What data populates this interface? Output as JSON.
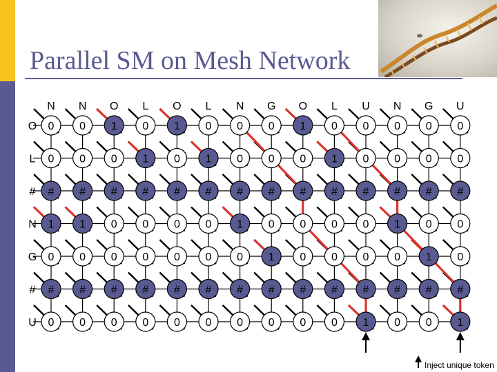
{
  "slide": {
    "title": "Parallel SM on Mesh Network",
    "caption": "Inject unique token",
    "colors": {
      "accent_bar": "#5a5a92",
      "accent_top": "#f7c51e",
      "title": "#5a5a92",
      "node_fill": "#ffffff",
      "separator_node_fill": "#5a5a92",
      "path_highlight": "#d9332b",
      "edge": "#000000"
    }
  },
  "mesh": {
    "column_labels": [
      "N",
      "N",
      "O",
      "L",
      "O",
      "L",
      "N",
      "G",
      "O",
      "L",
      "U",
      "N",
      "G",
      "U"
    ],
    "row_labels": [
      "O",
      "L",
      "#",
      "N",
      "G",
      "#",
      "U"
    ],
    "cells": [
      [
        "0",
        "0",
        "1",
        "0",
        "1",
        "0",
        "0",
        "0",
        "1",
        "0",
        "0",
        "0",
        "0",
        "0"
      ],
      [
        "0",
        "0",
        "0",
        "1",
        "0",
        "1",
        "0",
        "0",
        "0",
        "1",
        "0",
        "0",
        "0",
        "0"
      ],
      [
        "#",
        "#",
        "#",
        "#",
        "#",
        "#",
        "#",
        "#",
        "#",
        "#",
        "#",
        "#",
        "#",
        "#"
      ],
      [
        "1",
        "1",
        "0",
        "0",
        "0",
        "0",
        "1",
        "0",
        "0",
        "0",
        "0",
        "1",
        "0",
        "0"
      ],
      [
        "0",
        "0",
        "0",
        "0",
        "0",
        "0",
        "0",
        "1",
        "0",
        "0",
        "0",
        "0",
        "1",
        "0"
      ],
      [
        "#",
        "#",
        "#",
        "#",
        "#",
        "#",
        "#",
        "#",
        "#",
        "#",
        "#",
        "#",
        "#",
        "#"
      ],
      [
        "0",
        "0",
        "0",
        "0",
        "0",
        "0",
        "0",
        "0",
        "0",
        "0",
        "1",
        "0",
        "0",
        "1"
      ]
    ],
    "shaded_cells": [
      [
        0,
        2
      ],
      [
        0,
        4
      ],
      [
        0,
        8
      ],
      [
        1,
        3
      ],
      [
        1,
        5
      ],
      [
        1,
        9
      ],
      [
        2,
        0
      ],
      [
        2,
        1
      ],
      [
        2,
        2
      ],
      [
        2,
        3
      ],
      [
        2,
        4
      ],
      [
        2,
        5
      ],
      [
        2,
        6
      ],
      [
        2,
        7
      ],
      [
        2,
        8
      ],
      [
        2,
        9
      ],
      [
        2,
        10
      ],
      [
        2,
        11
      ],
      [
        2,
        12
      ],
      [
        2,
        13
      ],
      [
        3,
        0
      ],
      [
        3,
        1
      ],
      [
        3,
        6
      ],
      [
        3,
        11
      ],
      [
        4,
        7
      ],
      [
        4,
        12
      ],
      [
        5,
        0
      ],
      [
        5,
        1
      ],
      [
        5,
        2
      ],
      [
        5,
        3
      ],
      [
        5,
        4
      ],
      [
        5,
        5
      ],
      [
        5,
        6
      ],
      [
        5,
        7
      ],
      [
        5,
        8
      ],
      [
        5,
        9
      ],
      [
        5,
        10
      ],
      [
        5,
        11
      ],
      [
        5,
        12
      ],
      [
        5,
        13
      ],
      [
        6,
        10
      ],
      [
        6,
        13
      ]
    ],
    "token_paths": [
      [
        [
          6,
          13
        ],
        [
          5,
          13
        ],
        [
          4,
          12
        ],
        [
          3,
          11
        ],
        [
          2,
          11
        ],
        [
          1,
          10
        ],
        [
          0,
          9
        ]
      ],
      [
        [
          6,
          10
        ],
        [
          5,
          10
        ],
        [
          4,
          9
        ],
        [
          3,
          8
        ],
        [
          2,
          8
        ],
        [
          1,
          7
        ],
        [
          0,
          6
        ]
      ]
    ],
    "injected_columns": [
      10,
      13
    ]
  }
}
